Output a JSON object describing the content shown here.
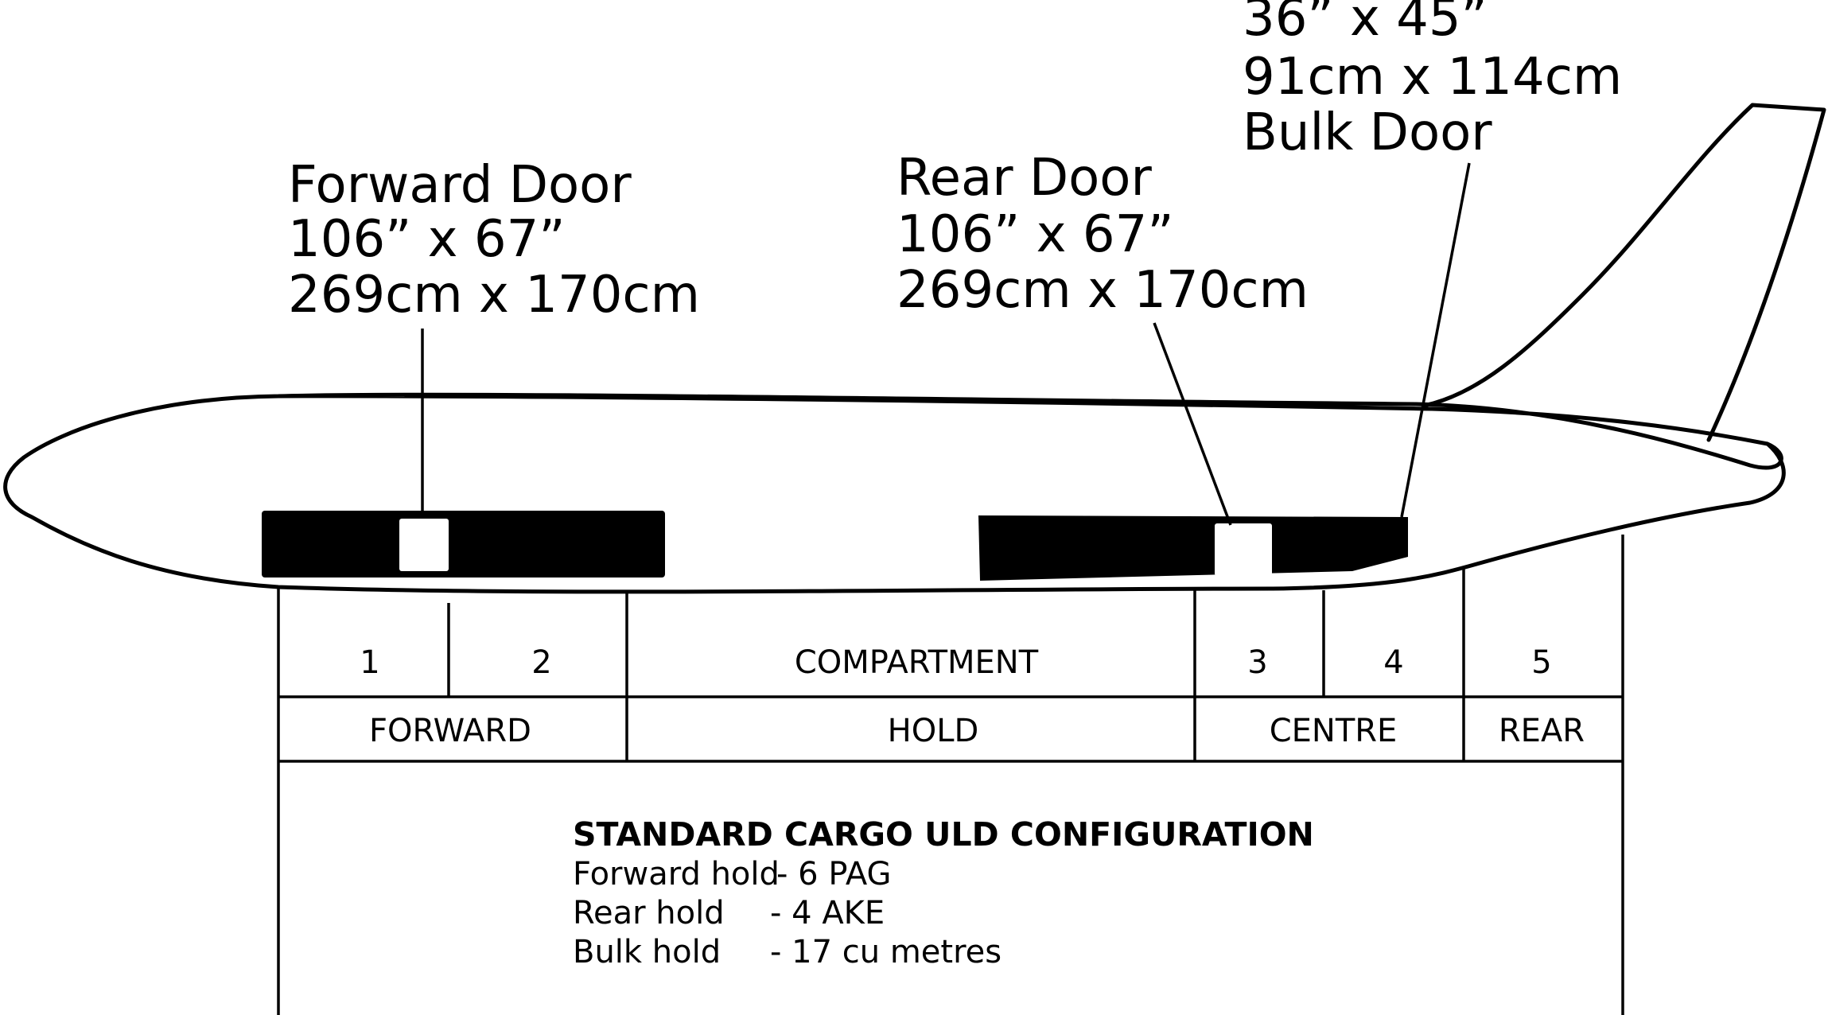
{
  "doors": {
    "forward": {
      "name": "Forward Door",
      "size_in": "106” x 67”",
      "size_cm": "269cm x 170cm"
    },
    "rear": {
      "name": "Rear Door",
      "size_in": "106” x 67”",
      "size_cm": "269cm x 170cm"
    },
    "bulk": {
      "size_in": "36” x 45”",
      "size_cm": "91cm x 114cm",
      "name": "Bulk Door"
    }
  },
  "compartments": {
    "numbers": [
      "1",
      "2",
      "COMPARTMENT",
      "3",
      "4",
      "5"
    ],
    "holds": [
      "FORWARD",
      "HOLD",
      "CENTRE",
      "REAR"
    ]
  },
  "configuration": {
    "title": "STANDARD CARGO ULD CONFIGURATION",
    "lines": [
      {
        "label": "Forward hold",
        "value": "- 6 PAG"
      },
      {
        "label": "Rear hold",
        "value": "- 4 AKE"
      },
      {
        "label": "Bulk hold",
        "value": "- 17 cu metres"
      }
    ]
  }
}
